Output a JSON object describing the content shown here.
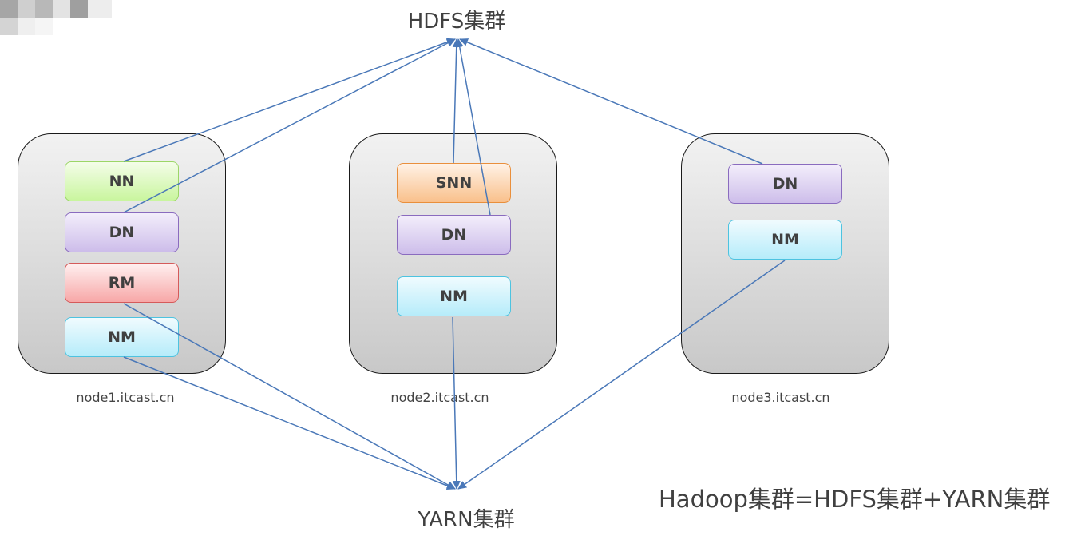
{
  "hdfs_title": "HDFS集群",
  "yarn_title": "YARN集群",
  "formula": "Hadoop集群=HDFS集群+YARN集群",
  "nodes": [
    {
      "host": "node1.itcast.cn",
      "roles": [
        "NN",
        "DN",
        "RM",
        "NM"
      ]
    },
    {
      "host": "node2.itcast.cn",
      "roles": [
        "SNN",
        "DN",
        "NM"
      ]
    },
    {
      "host": "node3.itcast.cn",
      "roles": [
        "DN",
        "NM"
      ]
    }
  ],
  "colors": {
    "arrow": "#4a78b8",
    "NN": "#c9f59e",
    "DN": "#cdbdea",
    "RM": "#f7a7a7",
    "NM": "#b6ecfa",
    "SNN": "#f9c08b"
  }
}
